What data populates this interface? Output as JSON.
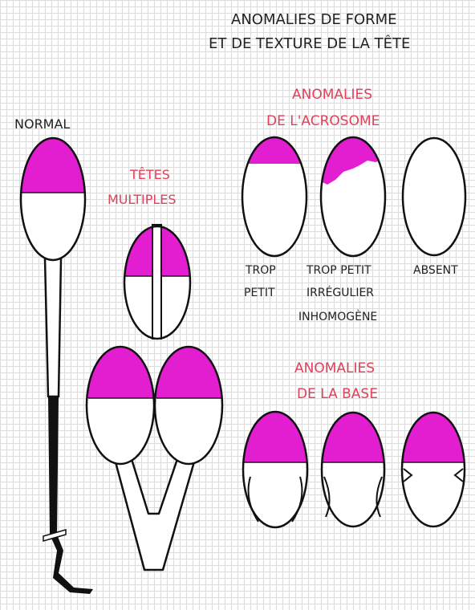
{
  "colors": {
    "acrosome": "#e21ed0",
    "outline": "#111111",
    "tail_dark": "#111111",
    "section_title": "#e0405a"
  },
  "title": {
    "line1": "ANOMALIES DE FORME",
    "line2": "ET DE TEXTURE DE LA TÊTE"
  },
  "normal": {
    "label": "NORMAL"
  },
  "multiple_heads": {
    "line1": "TÊTES",
    "line2": "MULTIPLES"
  },
  "acrosome_section": {
    "title_line1": "ANOMALIES",
    "title_line2": "DE L'ACROSOME",
    "labels": {
      "too_small_1": "TROP",
      "too_small_2": "PETIT",
      "irregular_1": "TROP PETIT",
      "irregular_2": "IRRÉGULIER",
      "irregular_3": "INHOMOGÈNE",
      "absent": "ABSENT"
    }
  },
  "base_section": {
    "title_line1": "ANOMALIES",
    "title_line2": "DE LA BASE"
  }
}
